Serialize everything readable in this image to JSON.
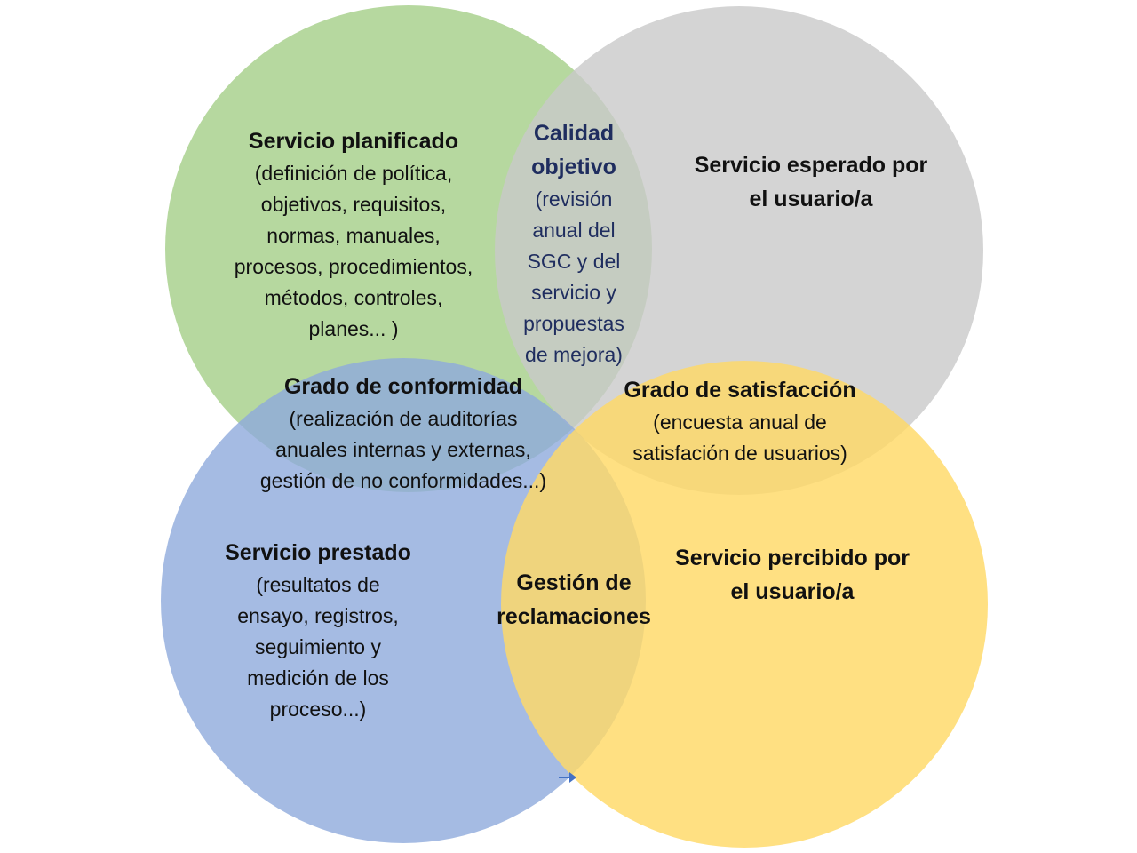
{
  "colors": {
    "circle_planned": "#a9d18e",
    "circle_expected": "#c9c9c9",
    "circle_delivered": "#8faadc",
    "circle_perceived": "#ffd966",
    "text_default": "#111111",
    "text_quality_objective": "#1f2d5f"
  },
  "circles": [
    {
      "id": "planned",
      "label": "Servicio planificado",
      "color_key": "circle_planned"
    },
    {
      "id": "expected",
      "label": "Servicio esperado por el usuario/a",
      "color_key": "circle_expected"
    },
    {
      "id": "delivered",
      "label": "Servicio prestado",
      "color_key": "circle_delivered"
    },
    {
      "id": "perceived",
      "label": "Servicio percibido por el usuario/a",
      "color_key": "circle_perceived"
    }
  ],
  "regions": {
    "planned": {
      "title": "Servicio planificado",
      "detail": "(definición de política,\nobjetivos, requisitos,\nnormas, manuales,\nprocesos, procedimientos,\nmétodos, controles,\nplanes... )"
    },
    "quality_objective": {
      "title": "Calidad\nobjetivo",
      "detail": "(revisión\nanual del\nSGC y del\nservicio y\npropuestas\nde mejora)"
    },
    "expected": {
      "title": "Servicio esperado por\nel usuario/a"
    },
    "conformity": {
      "title": "Grado de conformidad",
      "detail": "(realización de auditorías\nanuales internas y externas,\ngestión de no conformidades...)"
    },
    "satisfaction": {
      "title": "Grado de satisfacción",
      "detail": "(encuesta anual de\nsatisfación de usuarios)"
    },
    "delivered": {
      "title": "Servicio prestado",
      "detail": "(resultatos de\nensayo, registros,\nseguimiento y\nmedición de los\nproceso...)"
    },
    "complaints": {
      "title": "Gestión de\nreclamaciones"
    },
    "perceived": {
      "title": "Servicio percibido por\nel usuario/a"
    }
  }
}
